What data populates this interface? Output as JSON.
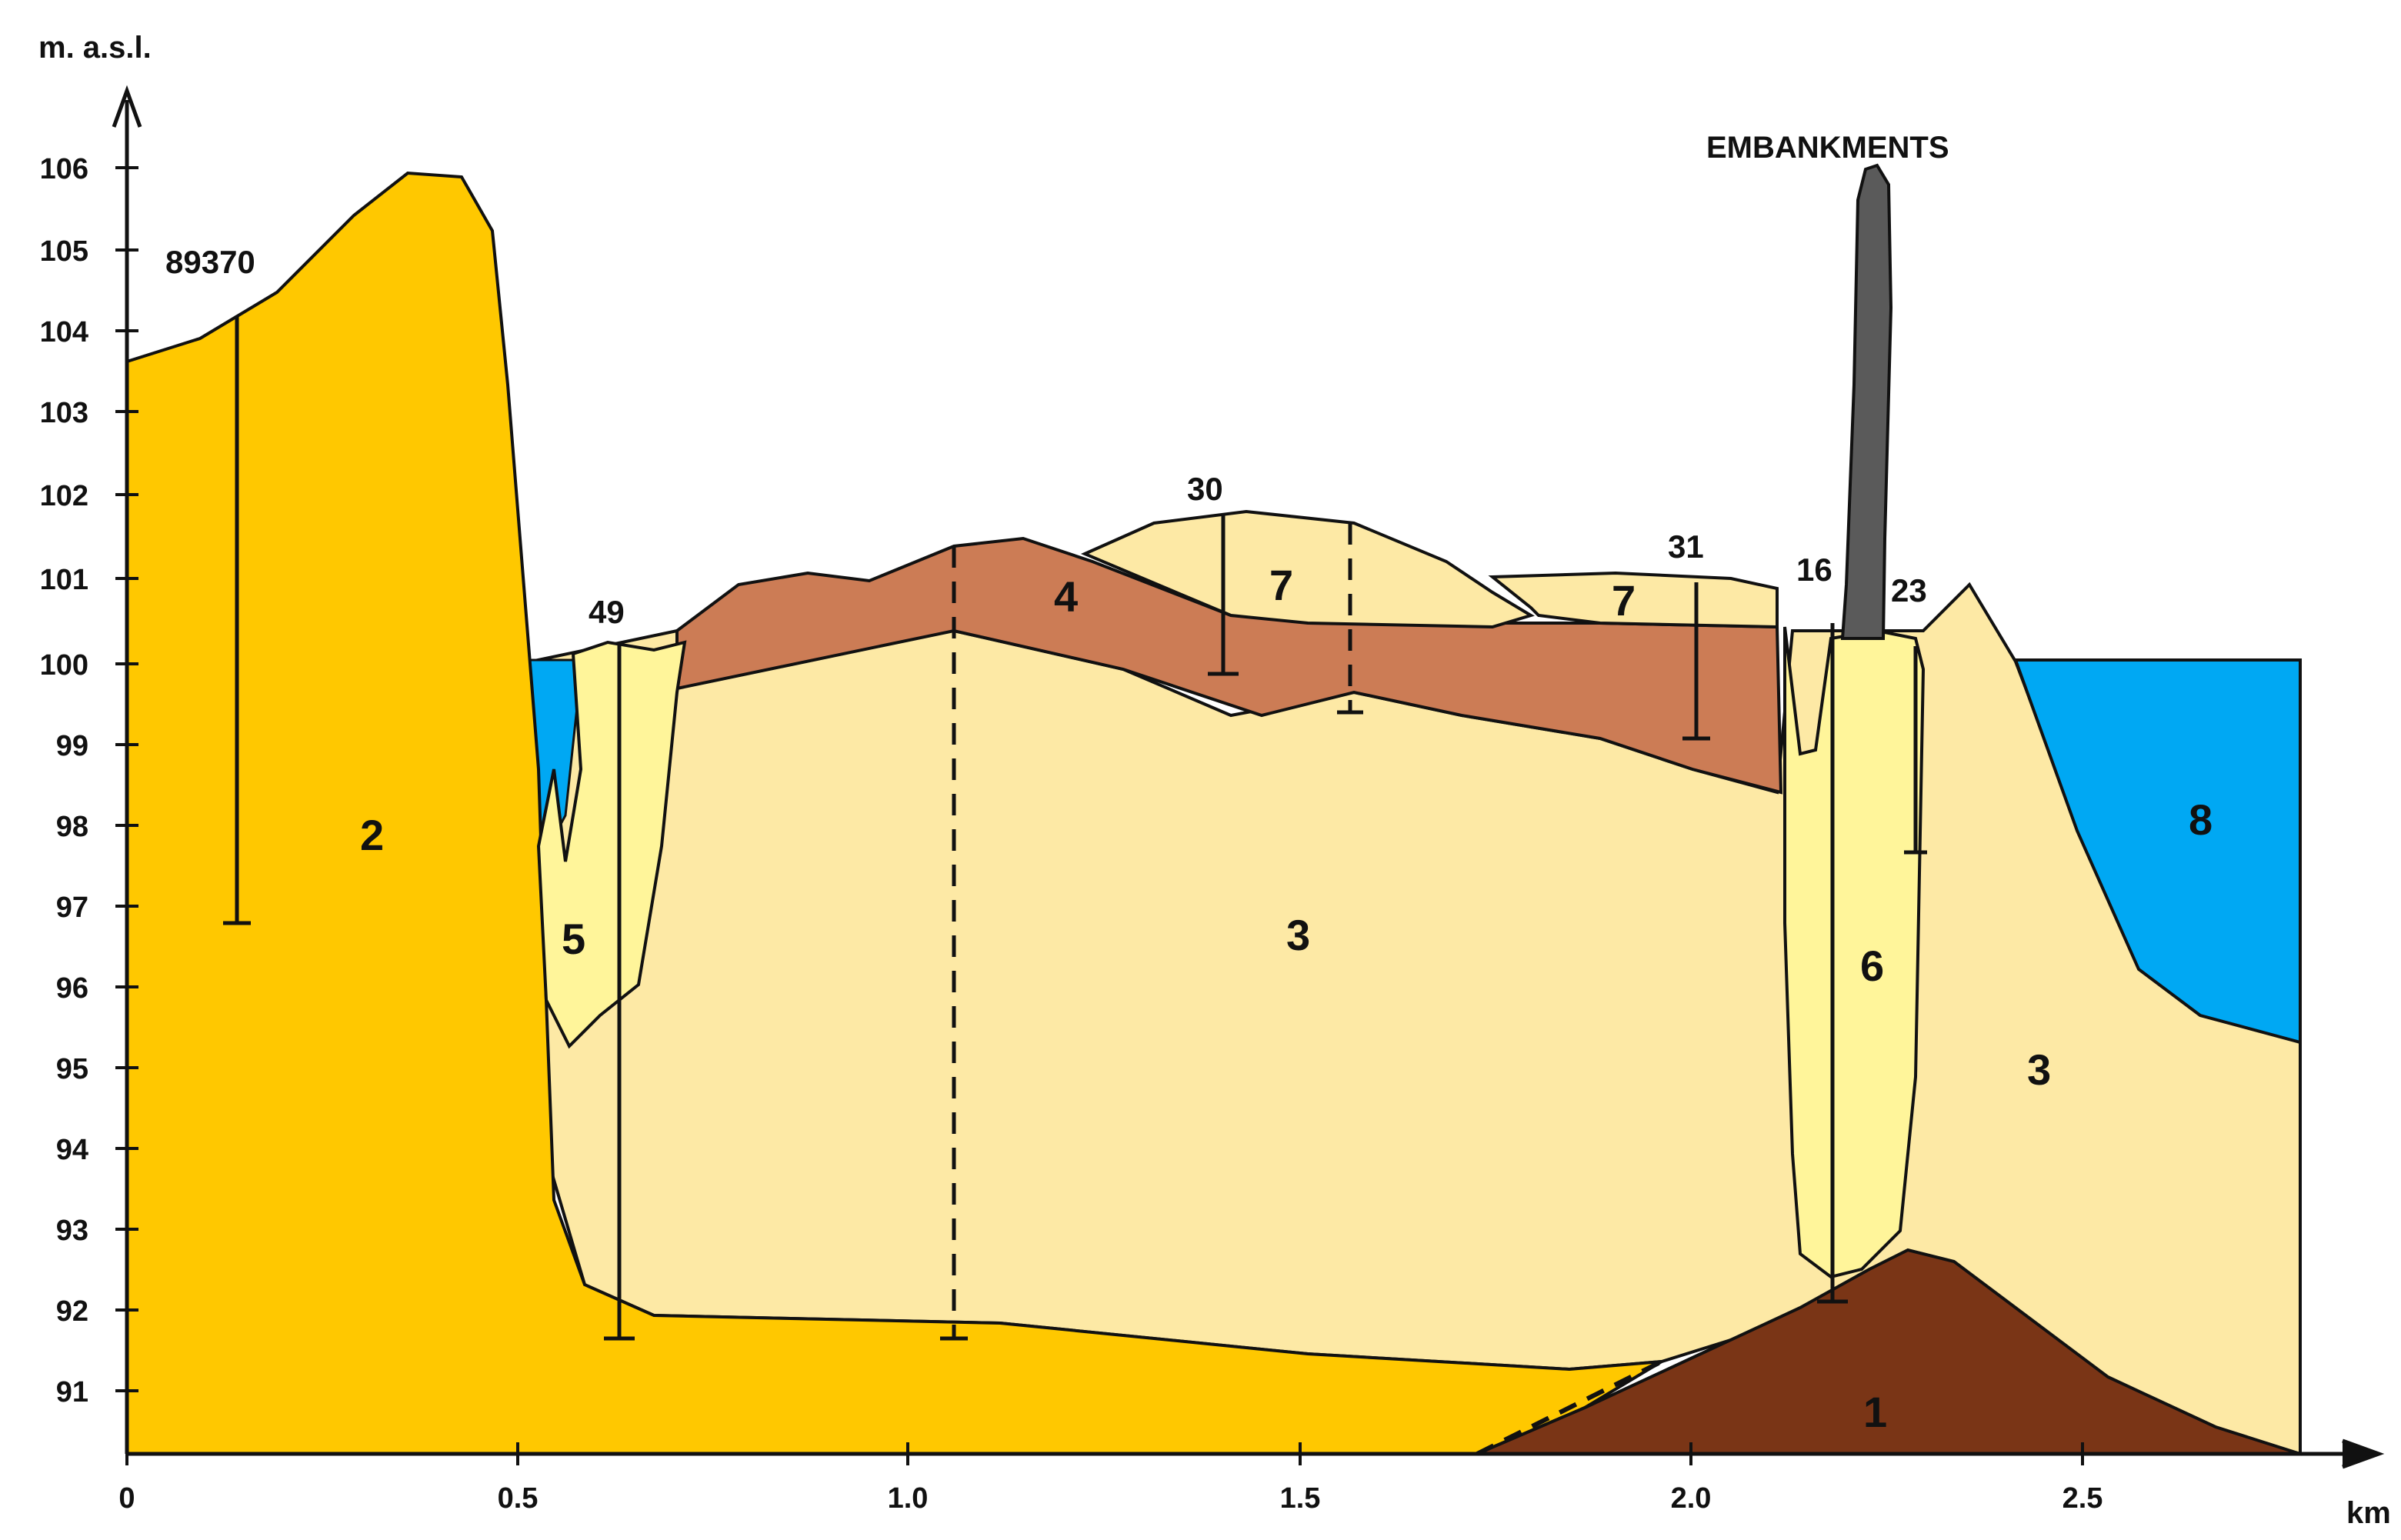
{
  "axes": {
    "y_title": "m. a.s.l.",
    "x_unit": "km",
    "y_ticks": [
      "91",
      "92",
      "93",
      "94",
      "95",
      "96",
      "97",
      "98",
      "99",
      "100",
      "101",
      "102",
      "103",
      "104",
      "105",
      "106"
    ],
    "x_ticks": [
      "0",
      "0.5",
      "1.0",
      "1.5",
      "2.0",
      "2.5"
    ]
  },
  "wells": {
    "w89370": "89370",
    "w49": "49",
    "w30": "30",
    "w31": "31",
    "w16": "16",
    "w23": "23"
  },
  "units": {
    "u1": "1",
    "u2": "2",
    "u3_center": "3",
    "u3_right": "3",
    "u4": "4",
    "u5": "5",
    "u6": "6",
    "u7_a": "7",
    "u7_b": "7",
    "u8": "8"
  },
  "annotations": {
    "embankments": "EMBANKMENTS"
  },
  "colors": {
    "unit_1": "#7a3516",
    "unit_2": "#ffc800",
    "unit_3": "#fde9a5",
    "unit_4": "#cc7c55",
    "unit_5_6": "#fff59a",
    "unit_7": "#fde9a5",
    "unit_8_water": "#00a8f3",
    "embankment": "#5a5a5a"
  }
}
